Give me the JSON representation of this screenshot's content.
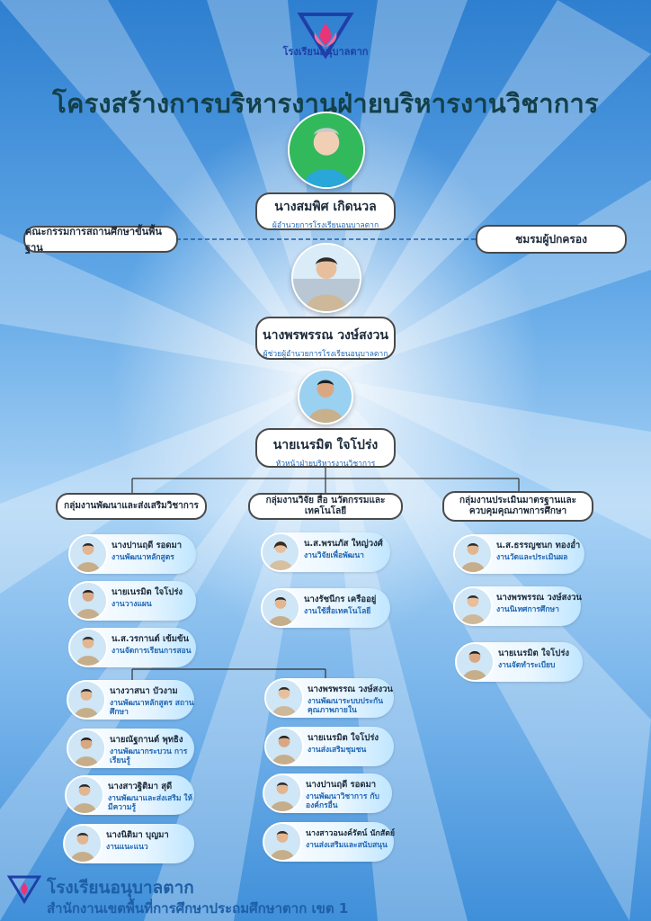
{
  "school_logo_text": "โรงเรียนอนุบาลตาก",
  "page_title": "โครงสร้างการบริหารงานฝ่ายบริหารงานวิชาการ",
  "director": {
    "name": "นางสมพิศ เกิดนวล",
    "role": "ผู้อำนวยการโรงเรียนอนุบาลตาก"
  },
  "side_left": "คณะกรรมการสถานศึกษาขั้นพื้นฐาน",
  "side_right": "ชมรมผู้ปกครอง",
  "deputy": {
    "name": "นางพรพรรณ วงษ์สงวน",
    "role": "ผู้ช่วยผู้อำนวยการโรงเรียนอนุบาลตาก"
  },
  "head": {
    "name": "นายเนรมิต ใจโปร่ง",
    "role": "หัวหน้าฝ่ายบริหารงานวิชาการ"
  },
  "groups": [
    {
      "title": "กลุ่มงานพัฒนาและส่งเสริมวิชาการ"
    },
    {
      "title": "กลุ่มงานวิจัย สื่อ นวัตกรรมและเทคโนโลยี"
    },
    {
      "title": "กลุ่มงานประเมินมาตรฐานและ ควบคุมคุณภาพการศึกษา"
    }
  ],
  "group1_items": [
    {
      "name": "นางปานฤดี รอดมา",
      "role": "งานพัฒนาหลักสูตร"
    },
    {
      "name": "นายเนรมิต ใจโปร่ง",
      "role": "งานวางแผน"
    },
    {
      "name": "น.ส.วรกานต์ เข้มข้น",
      "role": "งานจัดการเรียนการสอน"
    }
  ],
  "group1_sub_left": [
    {
      "name": "นางวาสนา บัวงาม",
      "role": "งานพัฒนาหลักสูตร สถานศึกษา"
    },
    {
      "name": "นายณัฐกานต์ พุทธิง",
      "role": "งานพัฒนากระบวน การเรียนรู้"
    },
    {
      "name": "นางสาวฐิติมา สุดี",
      "role": "งานพัฒนาและส่งเสริม ให้มีความรู้"
    },
    {
      "name": "นางนิติมา บุญมา",
      "role": "งานแนะแนว"
    }
  ],
  "group1_sub_right": [
    {
      "name": "นางพรพรรณ วงษ์สงวน",
      "role": "งานพัฒนาระบบประกัน คุณภาพภายใน"
    },
    {
      "name": "นายเนรมิต ใจโปร่ง",
      "role": "งานส่งเสริมชุมชน"
    },
    {
      "name": "นางปานฤดี รอดมา",
      "role": "งานพัฒนาวิชาการ กับองค์กรอื่น"
    },
    {
      "name": "นางสาวอนงค์รัตน์ นักสัตย์",
      "role": "งานส่งเสริมและสนับสนุน"
    }
  ],
  "group2_items": [
    {
      "name": "น.ส.พรนภัส ใหญ่วงศ์",
      "role": "งานวิจัยเพื่อพัฒนา"
    },
    {
      "name": "นางรัชนีกร เครืออยู่",
      "role": "งานใช้สื่อเทคโนโลยี"
    }
  ],
  "group3_items": [
    {
      "name": "น.ส.ธรรญชนก ทองอ่ำ",
      "role": "งานวัดและประเมินผล"
    },
    {
      "name": "นางพรพรรณ วงษ์สงวน",
      "role": "งานนิเทศการศึกษา"
    },
    {
      "name": "นายเนรมิต ใจโปร่ง",
      "role": "งานจัดทำระเบียบ"
    }
  ],
  "footer": {
    "school": "โรงเรียนอนุบาลตาก",
    "office": "สำนักงานเขตพื้นที่การศึกษาประถมศึกษาตาก เขต 1"
  },
  "colors": {
    "title": "#14404a",
    "accent": "#1e66b5",
    "logo_pink": "#e8357a",
    "logo_blue": "#1f3fa8"
  }
}
